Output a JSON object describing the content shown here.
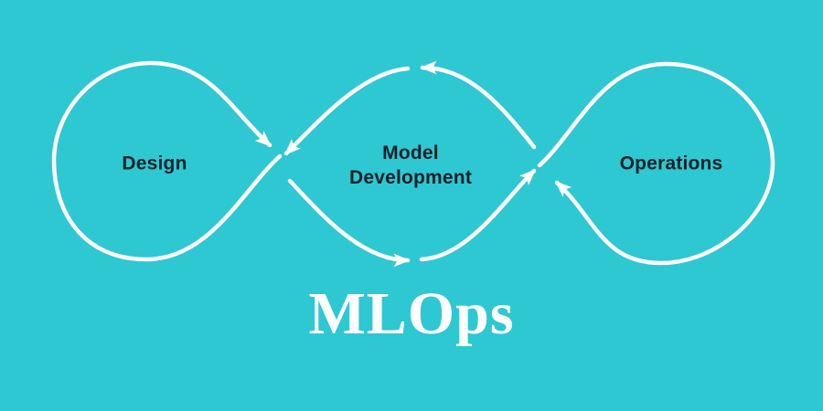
{
  "colors": {
    "bg": "#2EC8D2",
    "stroke": "#FFFFFF",
    "label": "#14202A"
  },
  "diagram": {
    "title": "MLOps",
    "stages": {
      "design": {
        "label": "Design"
      },
      "model_development": {
        "line1": "Model",
        "line2": "Development"
      },
      "operations": {
        "label": "Operations"
      }
    }
  }
}
